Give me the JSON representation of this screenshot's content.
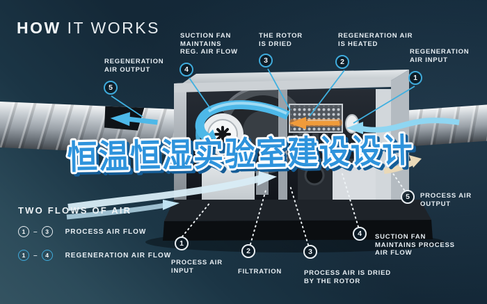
{
  "header": {
    "title_bold": "HOW",
    "title_rest": "IT WORKS"
  },
  "overlay": {
    "text": "恒温恒湿实验室建设设计"
  },
  "legend": {
    "heading": "TWO FLOWS OF AIR",
    "rows": [
      {
        "from": "1",
        "to": "3",
        "label": "PROCESS AIR FLOW",
        "style": "process"
      },
      {
        "from": "1",
        "to": "4",
        "label": "REGENERATION AIR FLOW",
        "style": "regeneration"
      }
    ]
  },
  "regen_callouts": [
    {
      "num": "5",
      "label": "REGENERATION\nAIR OUTPUT"
    },
    {
      "num": "4",
      "label": "SUCTION FAN\nMAINTAINS\nREG. AIR FLOW"
    },
    {
      "num": "3",
      "label": "THE ROTOR\nIS DRIED"
    },
    {
      "num": "2",
      "label": "REGENERATION AIR\nIS HEATED"
    },
    {
      "num": "1",
      "label": "REGENERATION\nAIR INPUT"
    }
  ],
  "process_callouts": [
    {
      "num": "1",
      "label": "PROCESS AIR\nINPUT"
    },
    {
      "num": "2",
      "label": "FILTRATION"
    },
    {
      "num": "3",
      "label": "PROCESS AIR IS DRIED\nBY THE ROTOR"
    },
    {
      "num": "4",
      "label": "SUCTION FAN\nMAINTAINS PROCESS\nAIR FLOW"
    },
    {
      "num": "5",
      "label": "PROCESS AIR\nOUTPUT"
    }
  ],
  "colors": {
    "background": "#152a39",
    "accent_cyan": "#41b1e1",
    "heater_orange": "#e8862e",
    "overlay_blue": "#2e93dc",
    "label_text": "#e6edf2"
  }
}
